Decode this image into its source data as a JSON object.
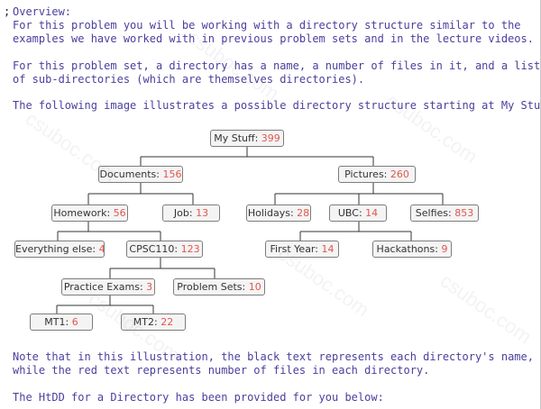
{
  "text": {
    "line1": "Overview:",
    "line2": "For this problem you will be working with a directory structure similar to the",
    "line3": "examples we have worked with in previous problem sets and in the lecture videos.",
    "line5": "For this problem set, a directory has a name, a number of files in it, and a list",
    "line6": "of sub-directories (which are themselves directories).",
    "line8": "The following image illustrates a possible directory structure starting at My Stuff:",
    "after1": "Note that in this illustration, the black text represents each directory's name,",
    "after2": "while the red text represents number of files in each directory.",
    "after4": "The HtDD for a Directory has been provided for you below:"
  },
  "tree": {
    "my_stuff": {
      "name": "My Stuff",
      "count": "399"
    },
    "documents": {
      "name": "Documents",
      "count": "156"
    },
    "pictures": {
      "name": "Pictures",
      "count": "260"
    },
    "homework": {
      "name": "Homework",
      "count": "56"
    },
    "job": {
      "name": "Job",
      "count": "13"
    },
    "holidays": {
      "name": "Holidays",
      "count": "28"
    },
    "ubc": {
      "name": "UBC",
      "count": "14"
    },
    "selfies": {
      "name": "Selfies",
      "count": "853"
    },
    "everything_else": {
      "name": "Everything else",
      "count": "4"
    },
    "cpsc110": {
      "name": "CPSC110",
      "count": "123"
    },
    "first_year": {
      "name": "First Year",
      "count": "14"
    },
    "hackathons": {
      "name": "Hackathons",
      "count": "9"
    },
    "practice_exams": {
      "name": "Practice Exams",
      "count": "3"
    },
    "problem_sets": {
      "name": "Problem Sets",
      "count": "10"
    },
    "mt1": {
      "name": "MT1",
      "count": "6"
    },
    "mt2": {
      "name": "MT2",
      "count": "22"
    }
  },
  "watermark": "csuboc.com",
  "colors": {
    "text": "#4a3f9e",
    "count": "#e0574f",
    "line": "#333333"
  }
}
